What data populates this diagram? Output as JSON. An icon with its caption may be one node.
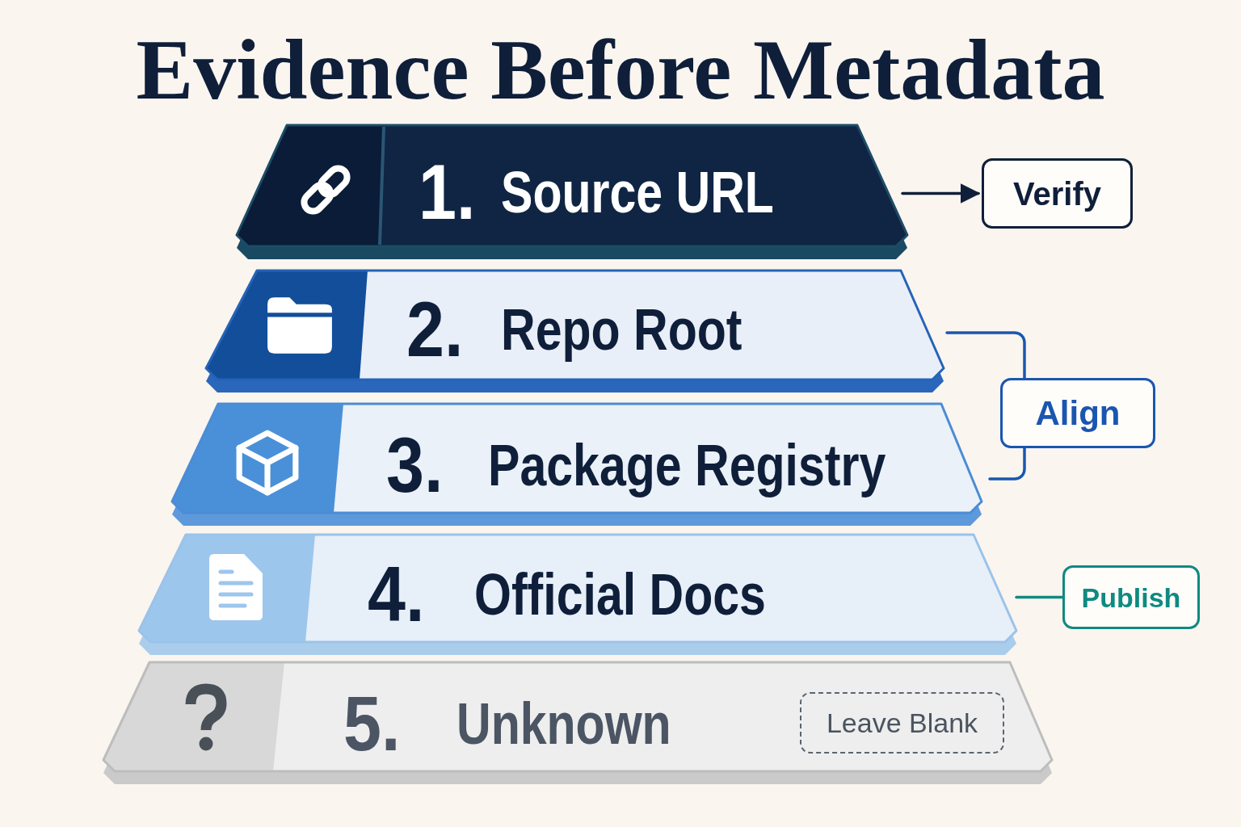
{
  "diagram": {
    "title": "Evidence Before Metadata",
    "nodes": [
      {
        "text": [
          "1.",
          "Source URL"
        ]
      },
      {
        "text": [
          "Verify"
        ]
      },
      {
        "text": [
          "2.",
          "Repo Root"
        ]
      },
      {
        "text": [
          "Align"
        ]
      },
      {
        "text": [
          "3.",
          "Package Registry"
        ]
      },
      {
        "text": [
          "4.",
          "Official Docs"
        ]
      },
      {
        "text": [
          "Publish"
        ]
      },
      {
        "text": [
          "5.",
          "Unknown"
        ]
      },
      {
        "text": [
          "Leave Blank"
        ],
        "in": 7
      }
    ],
    "edges": [
      {
        "from": 0,
        "to": 1,
        "arrow": "to",
        "color": "#0f1f3a"
      },
      {
        "from": 2,
        "to": 3,
        "arrow": "none"
      },
      {
        "from": 4,
        "to": 3,
        "arrow": "none"
      },
      {
        "from": 5,
        "to": 6,
        "arrow": "none",
        "color": "#0f8a80"
      }
    ]
  }
}
